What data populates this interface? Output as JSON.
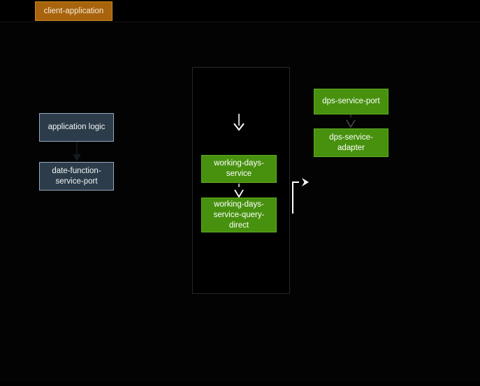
{
  "diagram": {
    "title": "",
    "nodes": [
      {
        "id": "client-application",
        "label": "client-application",
        "type": "client"
      },
      {
        "id": "application-logic",
        "label": "application logic",
        "type": "component"
      },
      {
        "id": "date-function-service-port",
        "label": "date-function-\nservice-port",
        "type": "component"
      },
      {
        "id": "working-days-service",
        "label": "working-days-\nservice",
        "type": "service"
      },
      {
        "id": "working-days-service-query-direct",
        "label": "working-days-\nservice-query-\ndirect",
        "type": "service"
      },
      {
        "id": "dps-service-port",
        "label": "dps-service-port",
        "type": "service"
      },
      {
        "id": "dps-service-adapter",
        "label": "dps-service-\nadapter",
        "type": "service"
      }
    ],
    "edges": [
      {
        "from": "application-logic",
        "to": "date-function-service-port",
        "style": "dark-arrow"
      },
      {
        "from": "container-top",
        "to": "working-days-service",
        "style": "white-arrow"
      },
      {
        "from": "working-days-service",
        "to": "working-days-service-query-direct",
        "style": "white-chevron"
      },
      {
        "from": "dps-service-port",
        "to": "dps-service-adapter",
        "style": "gray-chevron"
      },
      {
        "from": "working-days-service-query-direct",
        "to": "right-outside-container",
        "style": "white-elbow-arrow"
      }
    ],
    "colors": {
      "background": "#000000",
      "client_fill": "#a8630d",
      "client_border": "#cc8a1e",
      "component_fill": "#2c3c4a",
      "component_border": "#92a9bd",
      "service_fill": "#47910e",
      "service_border": "#60ac23",
      "container_border": "#272727",
      "arrow_white": "#ffffff",
      "arrow_gray": "#4a4a4a",
      "arrow_dark": "#161c23"
    }
  }
}
